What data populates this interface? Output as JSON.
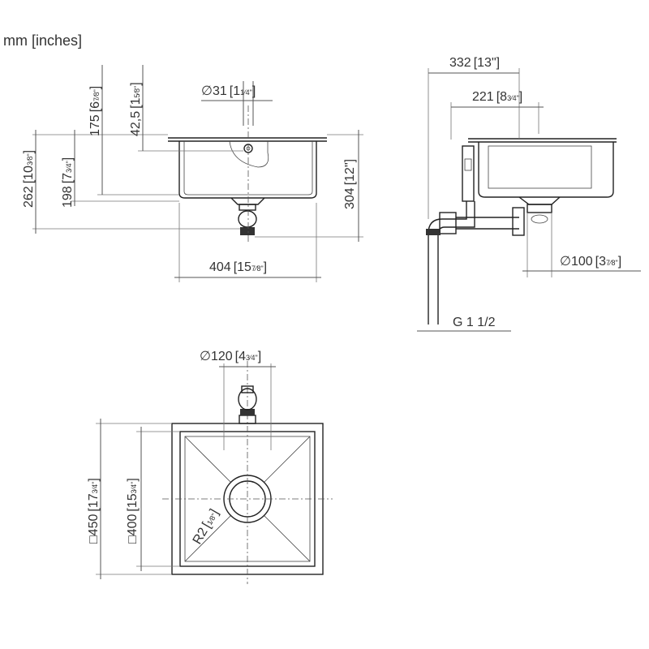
{
  "units_label": "mm [inches]",
  "dims": {
    "d175": "175",
    "d175_in": "6",
    "d175_frac": "7⁄8\"",
    "d42_5": "42,5",
    "d42_5_in": "1",
    "d42_5_frac": "5⁄8\"",
    "d31": "31",
    "d31_in": "1",
    "d31_frac": "1⁄4\"",
    "d262": "262",
    "d262_in": "10",
    "d262_frac": "3⁄8\"",
    "d198": "198",
    "d198_in": "7",
    "d198_frac": "3⁄4\"",
    "d304": "304",
    "d304_in": "12\"",
    "d404": "404",
    "d404_in": "15",
    "d404_frac": "7⁄8\"",
    "d332": "332",
    "d332_in": "13\"",
    "d221": "221",
    "d221_in": "8",
    "d221_frac": "3⁄4\"",
    "d100": "100",
    "d100_in": "3",
    "d100_frac": "7⁄8\"",
    "thread": "G 1 1/2",
    "d120": "120",
    "d120_in": "4",
    "d120_frac": "3⁄4\"",
    "d450": "450",
    "d450_in": "17",
    "d450_frac": "3⁄4\"",
    "d400": "400",
    "d400_in": "15",
    "d400_frac": "3⁄4\"",
    "r2": "R2",
    "r2_frac": "1⁄8\""
  },
  "symbols": {
    "diameter": "∅",
    "square": "□"
  }
}
